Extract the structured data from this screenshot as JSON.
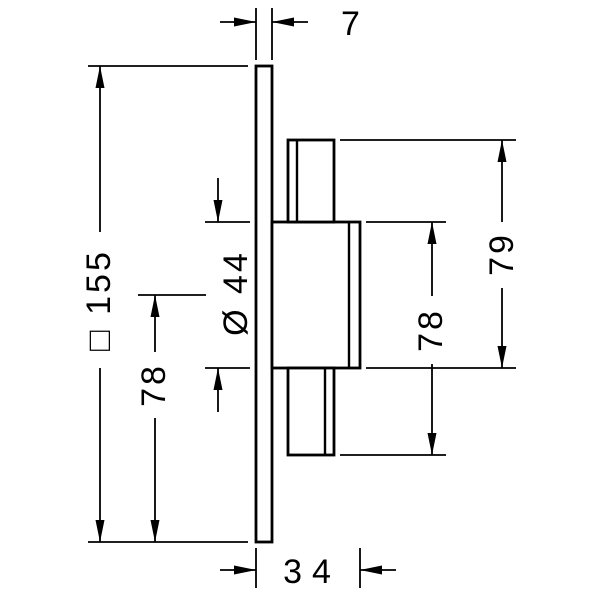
{
  "drawing": {
    "background": "#ffffff",
    "line_color": "#000000",
    "labels": {
      "plate_thickness": "7",
      "plate_outline": "□ 155",
      "valve_diameter": "Ø 44",
      "center_to_bottom": "78",
      "inner_span": "78",
      "outer_span": "79",
      "depth": "34"
    }
  }
}
